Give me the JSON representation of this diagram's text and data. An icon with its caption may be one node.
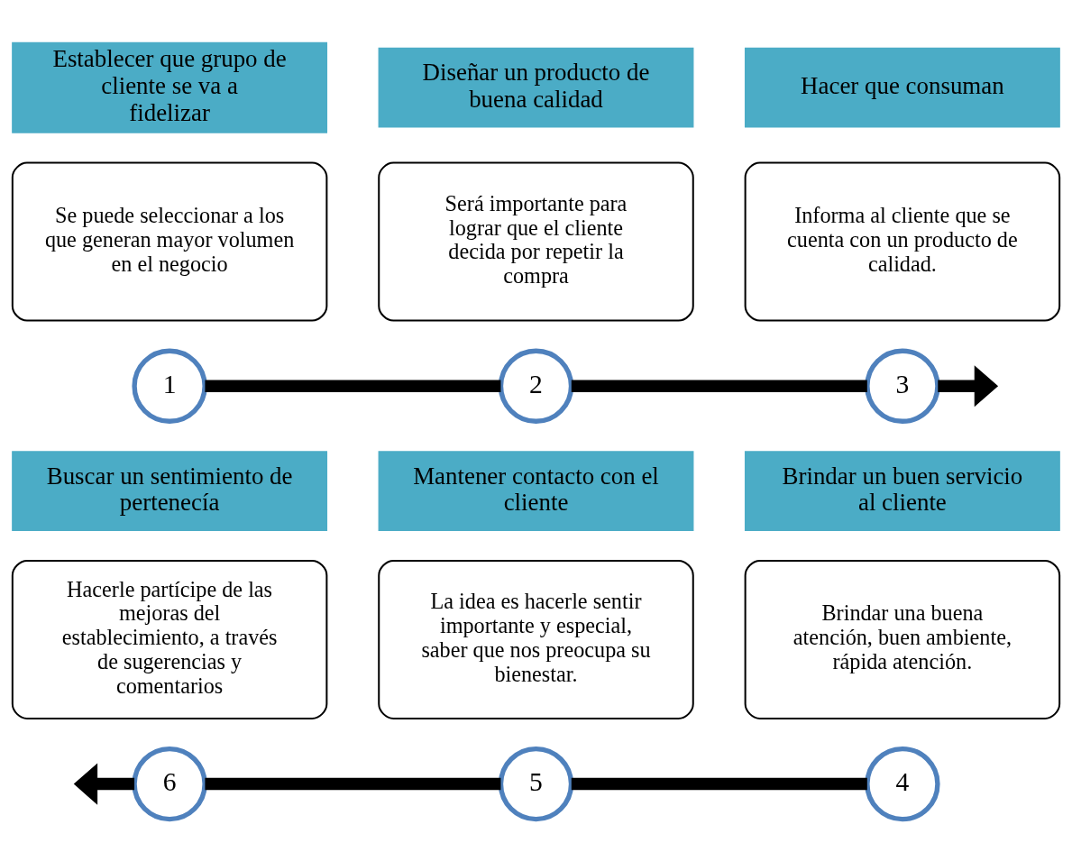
{
  "diagram": {
    "nodes": [
      {
        "text": [
          "Establecer que grupo de cliente se va a fidelizar"
        ]
      },
      {
        "text": [
          "Se puede seleccionar a los que generan mayor volumen en el negocio"
        ]
      },
      {
        "text": [
          "1"
        ]
      },
      {
        "text": [
          "Diseñar un producto de buena calidad"
        ]
      },
      {
        "text": [
          "Será importante para lograr que el cliente decida por repetir la compra"
        ]
      },
      {
        "text": [
          "2"
        ]
      },
      {
        "text": [
          "Hacer que consuman"
        ]
      },
      {
        "text": [
          "Informa al cliente que se cuenta con un producto de calidad."
        ]
      },
      {
        "text": [
          "3"
        ]
      },
      {
        "text": [
          "Buscar un sentimiento de pertenecía"
        ]
      },
      {
        "text": [
          "Hacerle partícipe de las mejoras del establecimiento, a través de sugerencias y comentarios"
        ]
      },
      {
        "text": [
          "6"
        ]
      },
      {
        "text": [
          "Mantener contacto con el cliente"
        ]
      },
      {
        "text": [
          "La idea es hacerle sentir importante y especial, saber que nos preocupa su bienestar."
        ]
      },
      {
        "text": [
          "5"
        ]
      },
      {
        "text": [
          "Brindar un buen servicio al cliente"
        ]
      },
      {
        "text": [
          "Brindar una buena atención, buen ambiente, rápida atención."
        ]
      },
      {
        "text": [
          "4"
        ]
      }
    ],
    "edges": [
      {
        "from": 2,
        "to": 5,
        "arrow": "none"
      },
      {
        "from": 5,
        "to": 8,
        "arrow": "none"
      },
      {
        "from": 8,
        "to": null,
        "arrow": "to"
      },
      {
        "from": 17,
        "to": 14,
        "arrow": "none"
      },
      {
        "from": 14,
        "to": 11,
        "arrow": "none"
      },
      {
        "from": 11,
        "to": null,
        "arrow": "to"
      }
    ]
  }
}
